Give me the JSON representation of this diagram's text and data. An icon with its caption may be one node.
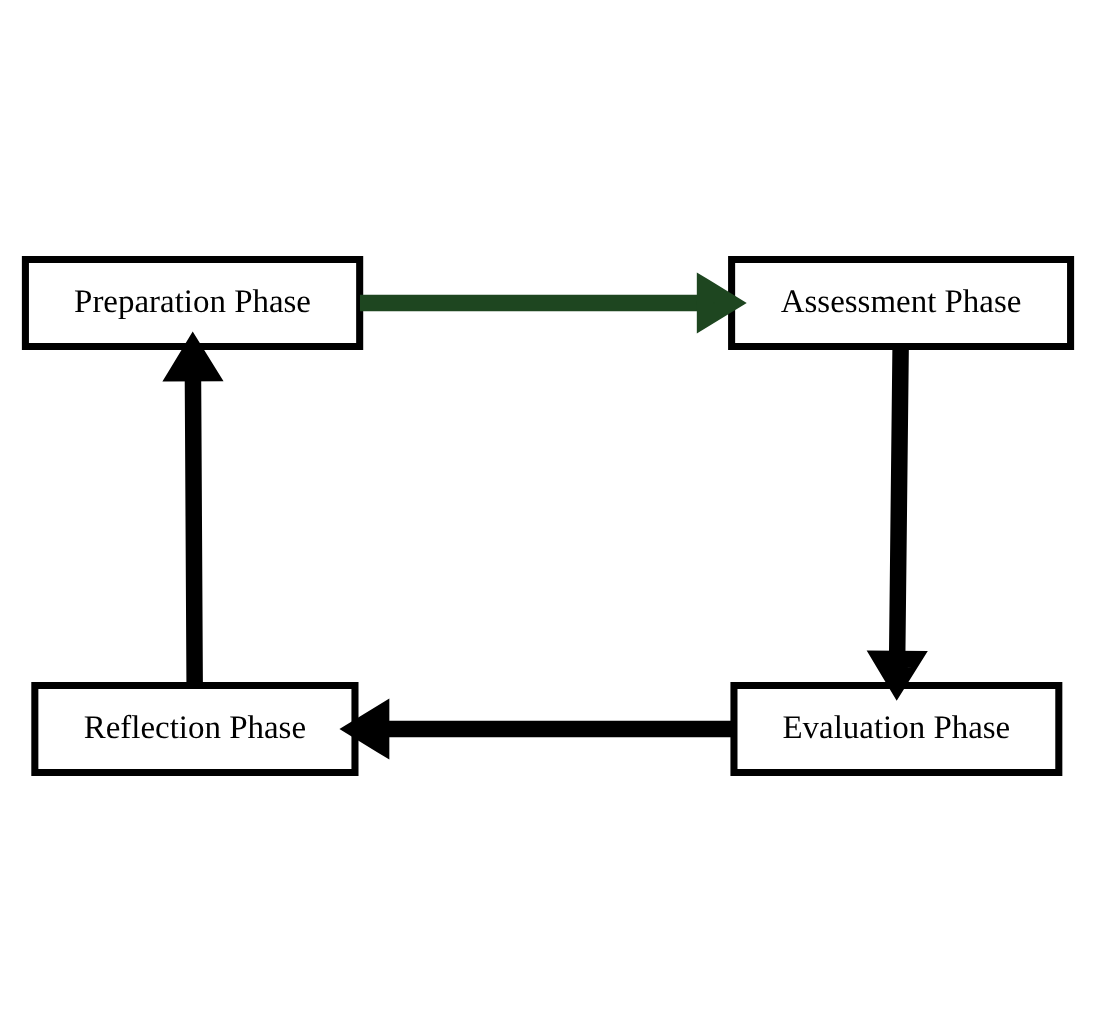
{
  "diagram": {
    "nodes": [
      {
        "text": [
          "Preparation Phase"
        ]
      },
      {
        "text": [
          "Assessment Phase"
        ]
      },
      {
        "text": [
          "Evaluation Phase"
        ]
      },
      {
        "text": [
          "Reflection Phase"
        ]
      }
    ],
    "edges": [
      {
        "from": 0,
        "to": 1,
        "arrow": "to",
        "color": "#1e4620"
      },
      {
        "from": 1,
        "to": 2,
        "arrow": "to"
      },
      {
        "from": 2,
        "to": 3,
        "arrow": "to"
      },
      {
        "from": 3,
        "to": 0,
        "arrow": "to"
      }
    ]
  }
}
